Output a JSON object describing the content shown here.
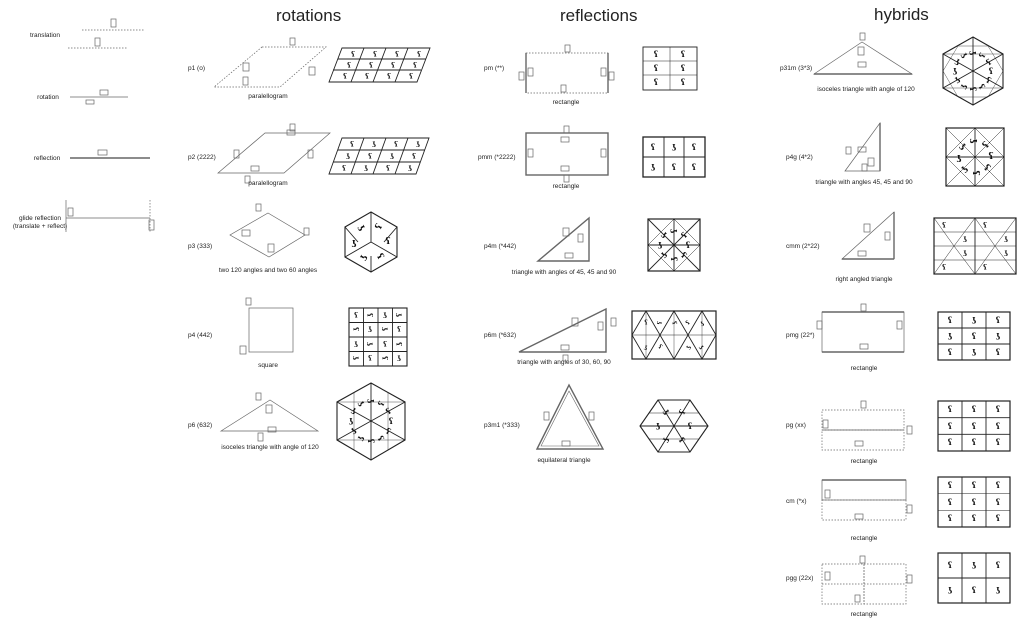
{
  "headers": {
    "rotations": "rotations",
    "reflections": "reflections",
    "hybrids": "hybrids"
  },
  "legend": {
    "translation": "translation",
    "rotation": "rotation",
    "reflection": "reflection",
    "glide_line1": "glide reflection",
    "glide_line2": "(translate + reflect)"
  },
  "groups": {
    "p1": {
      "name": "p1 (o)",
      "caption": "paralellogram"
    },
    "p2": {
      "name": "p2 (2222)",
      "caption": "paralellogram"
    },
    "p3": {
      "name": "p3 (333)",
      "caption": "two 120 angles and two 60 angles"
    },
    "p4": {
      "name": "p4 (442)",
      "caption": "square"
    },
    "p6": {
      "name": "p6 (632)",
      "caption": "isoceles triangle with  angle of 120"
    },
    "pm": {
      "name": "pm (**)",
      "caption": "rectangle"
    },
    "pmm": {
      "name": "pmm (*2222)",
      "caption": "rectangle"
    },
    "p4m": {
      "name": "p4m (*442)",
      "caption": "triangle with angles of 45, 45 and 90"
    },
    "p6m": {
      "name": "p6m (*632)",
      "caption": "triangle with angles of 30, 60, 90"
    },
    "p3m1": {
      "name": "p3m1 (*333)",
      "caption": "equilateral triangle"
    },
    "p31m": {
      "name": "p31m (3*3)",
      "caption": "isoceles triangle with  angle of 120"
    },
    "p4g": {
      "name": "p4g (4*2)",
      "caption": "triangle with angles 45, 45 and 90"
    },
    "cmm": {
      "name": "cmm (2*22)",
      "caption": "right angled triangle"
    },
    "pmg": {
      "name": "pmg (22*)",
      "caption": "rectangle"
    },
    "pg": {
      "name": "pg (xx)",
      "caption": "rectangle"
    },
    "cm": {
      "name": "cm (*x)",
      "caption": "rectangle"
    },
    "pgg": {
      "name": "pgg (22x)",
      "caption": "rectangle"
    }
  },
  "glyph": "ʕ"
}
